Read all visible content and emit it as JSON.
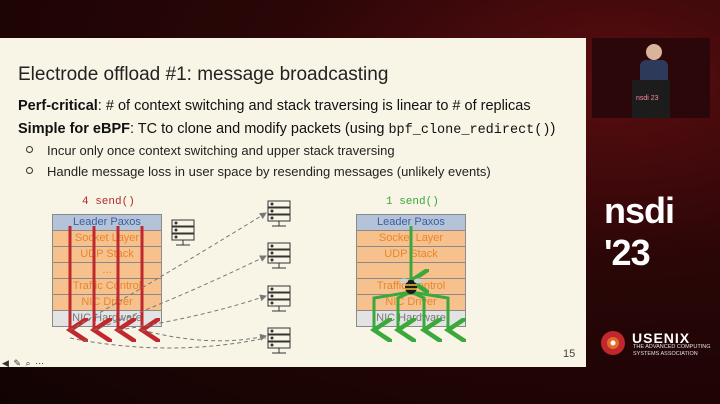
{
  "slide": {
    "title": "Electrode offload #1: message broadcasting",
    "perf_label": "Perf-critical",
    "perf_text": ": # of context switching and stack traversing is linear to # of replicas",
    "simple_label": "Simple for eBPF",
    "simple_text": ": TC to clone and modify packets (using ",
    "simple_code": "bpf_clone_redirect()",
    "simple_close": ")",
    "bullets": [
      "Incur only once context switching and upper stack traversing",
      "Handle message loss in user space by resending messages (unlikely events)"
    ],
    "left_send": "4 send()",
    "right_send": "1 send()",
    "left_stack": [
      "Leader Paxos",
      "Socket Layer",
      "UDP Stack",
      "...",
      "Traffic Control",
      "NIC Driver",
      "NIC Hardware"
    ],
    "right_stack": [
      "Leader Paxos",
      "Socket Layer",
      "UDP Stack",
      "",
      "Traffic Control",
      "NIC Driver",
      "NIC Hardware"
    ],
    "page_number": "15",
    "colors": {
      "left_arrow": "#c0282d",
      "right_arrow": "#3aa83a",
      "send_left": "#b52a2a",
      "send_right": "#3aa83a"
    }
  },
  "sidebar": {
    "conference": "nsdi '23",
    "org": "USENIX",
    "org_tagline": "THE ADVANCED COMPUTING SYSTEMS ASSOCIATION"
  },
  "video": {
    "podium_label": "nsdi 23"
  }
}
